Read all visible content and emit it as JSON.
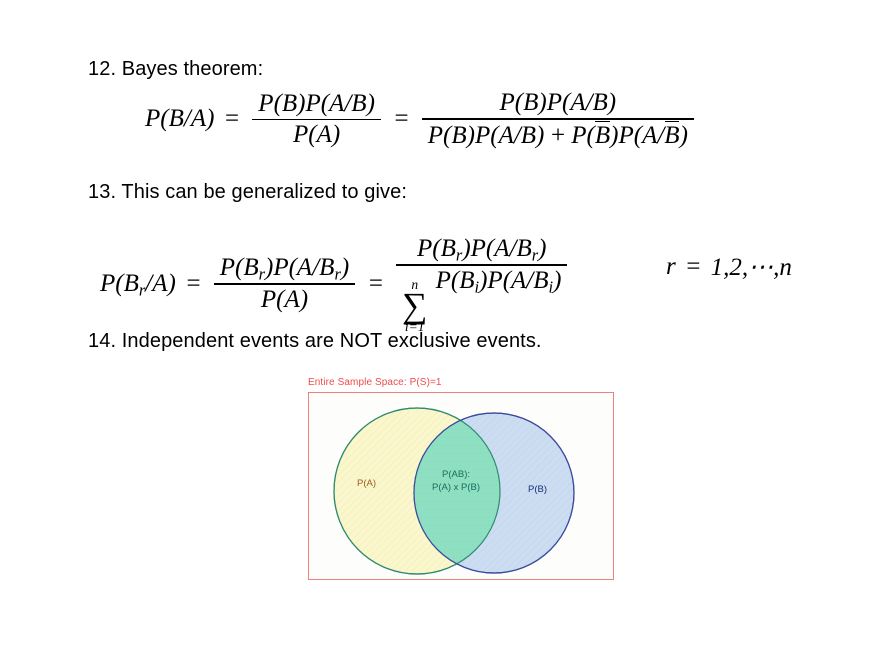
{
  "slide": {
    "items": [
      {
        "number": "12.",
        "text": "Bayes theorem:"
      },
      {
        "number": "13.",
        "text": "This can be generalized to give:"
      },
      {
        "number": "14.",
        "text": "Independent events are NOT exclusive events."
      }
    ],
    "line_12": "12. Bayes theorem:",
    "line_13": "13. This can be generalized to give:",
    "line_14": "14. Independent events are NOT exclusive events."
  },
  "equations": {
    "bayes": {
      "lhs": "P(B/A)",
      "equals": "=",
      "mid_numerator": "P(B)P(A/B)",
      "mid_denominator": "P(A)",
      "equals2": "=",
      "right_numerator": "P(B)P(A/B)",
      "right_denominator": "P(B)P(A/B) + P(B̄)P(A/B̄)",
      "plain": "P(B/A) = P(B)P(A/B) / P(A) = P(B)P(A/B) / [P(B)P(A/B) + P(B̄)P(A/B̄)]",
      "tokens": {
        "P": "P",
        "A": "A",
        "B": "B",
        "slash": "/",
        "plus": "+",
        "open": "(",
        "close": ")"
      }
    },
    "generalized": {
      "lhs_P": "P",
      "lhs_B": "B",
      "lhs_sub": "r",
      "lhs_rest": "/A)",
      "equals": "=",
      "mid_numerator": "P(Bᵣ)P(A/Bᵣ)",
      "mid_denominator": "P(A)",
      "equals2": "=",
      "right_numerator": "P(Bᵣ)P(A/Bᵣ)",
      "right_denominator": "∑ᵢ₌₁ⁿ P(Bᵢ)P(A/Bᵢ)",
      "sum_symbol": "∑",
      "sum_lower": "i=1",
      "sum_upper": "n",
      "sub_r": "r",
      "sub_i": "i",
      "plain": "P(B_r/A) = P(B_r)P(A/B_r) / P(A) = P(B_r)P(A/B_r) / Σ(i=1..n) P(B_i)P(A/B_i)"
    },
    "range": {
      "variable": "r",
      "equals": "=",
      "values": "1,2,⋯,n",
      "plain": "r = 1,2,⋯,n"
    }
  },
  "venn": {
    "caption": "Entire Sample Space: P(S)=1",
    "label_a": "P(A)",
    "label_b": "P(B)",
    "label_ab_line1": "P(AB):",
    "label_ab_line2": "P(A) x P(B)",
    "colors": {
      "frame_border": "#ef8080",
      "caption_text": "#ef4b4b",
      "circle_a_fill": "#fbf7cd",
      "circle_a_stroke": "#2e8b6e",
      "circle_b_fill": "#ccddf2",
      "circle_b_stroke": "#3b4a9c",
      "intersection_fill": "#8fe0c2",
      "label_a_text": "#9a5b1e",
      "label_b_text": "#1a2f7a",
      "label_ab_text": "#16705a",
      "background": "#fdfdfb"
    }
  }
}
